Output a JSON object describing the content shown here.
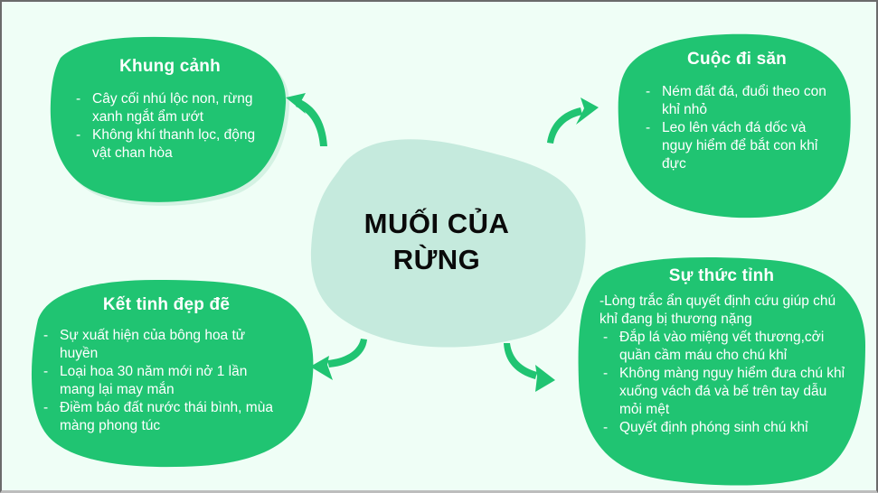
{
  "colors": {
    "background": "#effef6",
    "blob_green": "#20c472",
    "center_blob": "#c5eadd",
    "arrow_green": "#20c472",
    "text_on_green": "#ffffff",
    "center_text": "#0a0a0a"
  },
  "center": {
    "title_line1": "MUỐI CỦA",
    "title_line2": "RỪNG"
  },
  "nodes": {
    "top_left": {
      "title": "Khung cảnh",
      "items": [
        {
          "dash": "-",
          "text": "Cây cối nhú lộc non, rừng xanh ngắt ẩm ướt"
        },
        {
          "dash": "-",
          "text": "Không khí thanh lọc, động vật chan hòa"
        }
      ]
    },
    "top_right": {
      "title": "Cuộc đi săn",
      "items": [
        {
          "dash": "-",
          "text": "Ném đất đá, đuổi theo con khỉ nhỏ"
        },
        {
          "dash": "-",
          "text": "Leo lên vách đá dốc và nguy hiểm để bắt con khỉ đực"
        }
      ]
    },
    "bottom_left": {
      "title": "Kết tinh đẹp đẽ",
      "items": [
        {
          "dash": "-",
          "text": "Sự xuất hiện của bông hoa tử huyền"
        },
        {
          "dash": "-",
          "text": "Loại hoa 30 năm mới nở 1 lần mang lại may mắn"
        },
        {
          "dash": "-",
          "text": "Điềm báo đất nước thái bình, mùa màng phong túc"
        }
      ]
    },
    "bottom_right": {
      "title": "Sự thức tỉnh",
      "lead": "-Lòng trắc ẩn quyết định cứu giúp chú khỉ đang bị thương nặng",
      "items": [
        {
          "dash": "-",
          "text": "Đắp lá vào miệng vết thương,cởi quần cầm máu cho chú khỉ"
        },
        {
          "dash": "-",
          "text": "Không màng nguy hiểm đưa chú khỉ xuống vách đá và bế trên tay dẫu mỏi mệt"
        },
        {
          "dash": "-",
          "text": "Quyết định phóng sinh chú khỉ"
        }
      ]
    }
  },
  "icons": {
    "arrow_top_left": "curved-arrow-up-left",
    "arrow_top_right": "curved-arrow-up-right",
    "arrow_bottom_left": "curved-arrow-down-left",
    "arrow_bottom_right": "curved-arrow-down-right"
  }
}
